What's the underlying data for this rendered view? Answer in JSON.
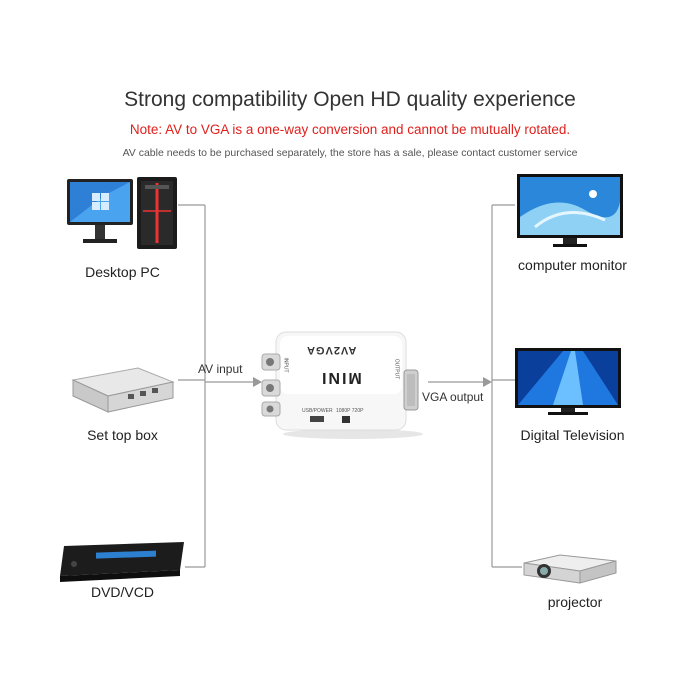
{
  "header": {
    "title": "Strong compatibility Open HD quality experience",
    "note": "Note: AV to VGA is a one-way conversion and cannot be mutually rotated.",
    "subnote": "AV cable needs to be purchased separately, the store has a sale, please contact customer service"
  },
  "inputs": [
    {
      "label": "Desktop PC",
      "icon": "desktop-pc-icon"
    },
    {
      "label": "Set top box",
      "icon": "set-top-box-icon"
    },
    {
      "label": "DVD/VCD",
      "icon": "dvd-player-icon"
    }
  ],
  "outputs": [
    {
      "label": "computer monitor",
      "icon": "computer-monitor-icon"
    },
    {
      "label": "Digital Television",
      "icon": "digital-television-icon"
    },
    {
      "label": "projector",
      "icon": "projector-icon"
    }
  ],
  "connections": {
    "input_label": "AV input",
    "output_label": "VGA output"
  },
  "device": {
    "top_text": "AV2VGA",
    "brand_text": "MINI",
    "left_port": "INPUT",
    "right_port": "OUTPUT",
    "usb_label": "USB/POWER",
    "switch_label": "1080P 720P"
  },
  "colors": {
    "note": "#e0201c",
    "line": "#999999",
    "screen_blue": "#1a6fc9"
  }
}
